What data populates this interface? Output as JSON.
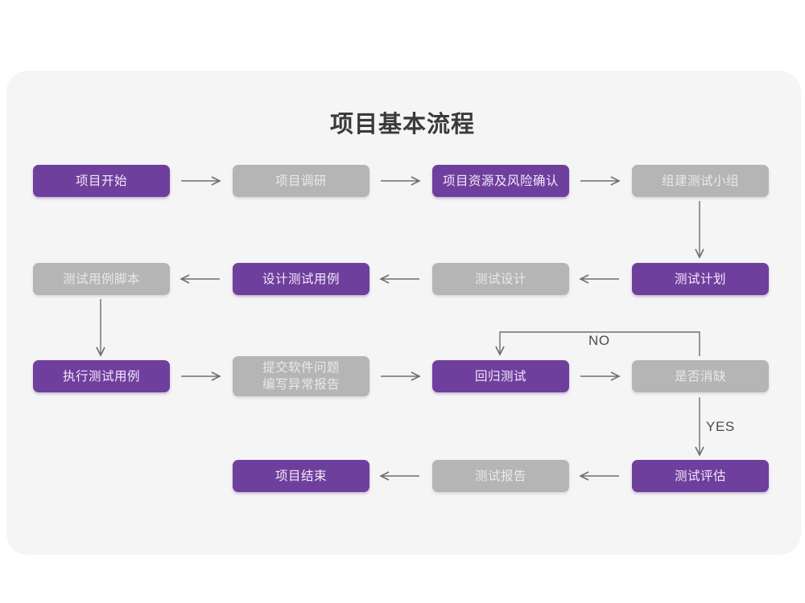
{
  "page": {
    "background": "#ffffff",
    "card_background": "#f5f5f6"
  },
  "header": {
    "title": "项目基本流程"
  },
  "colors": {
    "accent_purple": "#6f3f9e",
    "muted_gray": "#b5b5b5",
    "connector": "#6e6e6e",
    "title_text": "#3a3a3a"
  },
  "flow": {
    "nodes": [
      {
        "id": "n1",
        "label": "项目开始",
        "style": "purple",
        "row": 1,
        "col": 1
      },
      {
        "id": "n2",
        "label": "项目调研",
        "style": "gray",
        "row": 1,
        "col": 2
      },
      {
        "id": "n3",
        "label": "项目资源及风险确认",
        "style": "purple",
        "row": 1,
        "col": 3
      },
      {
        "id": "n4",
        "label": "组建测试小组",
        "style": "gray",
        "row": 1,
        "col": 4
      },
      {
        "id": "n5",
        "label": "测试用例脚本",
        "style": "gray",
        "row": 2,
        "col": 1
      },
      {
        "id": "n6",
        "label": "设计测试用例",
        "style": "purple",
        "row": 2,
        "col": 2
      },
      {
        "id": "n7",
        "label": "测试设计",
        "style": "gray",
        "row": 2,
        "col": 3
      },
      {
        "id": "n8",
        "label": "测试计划",
        "style": "purple",
        "row": 2,
        "col": 4
      },
      {
        "id": "n9",
        "label": "执行测试用例",
        "style": "purple",
        "row": 3,
        "col": 1
      },
      {
        "id": "n10",
        "label": "提交软件问题\n编写异常报告",
        "style": "gray",
        "row": 3,
        "col": 2
      },
      {
        "id": "n11",
        "label": "回归测试",
        "style": "purple",
        "row": 3,
        "col": 3
      },
      {
        "id": "n12",
        "label": "是否消缺",
        "style": "gray",
        "row": 3,
        "col": 4
      },
      {
        "id": "n13",
        "label": "项目结束",
        "style": "purple",
        "row": 4,
        "col": 2
      },
      {
        "id": "n14",
        "label": "测试报告",
        "style": "gray",
        "row": 4,
        "col": 3
      },
      {
        "id": "n15",
        "label": "测试评估",
        "style": "purple",
        "row": 4,
        "col": 4
      }
    ],
    "connector_labels": {
      "no": "NO",
      "yes": "YES"
    }
  }
}
